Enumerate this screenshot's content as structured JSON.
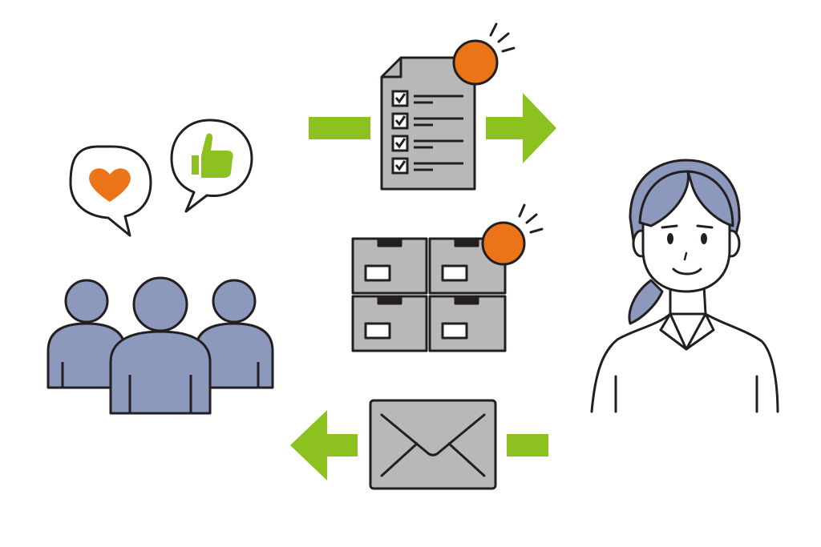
{
  "diagram": {
    "kind": "illustration",
    "elements": [
      "customers-group",
      "heart-speech-bubble",
      "thumbs-up-speech-bubble",
      "checklist-document",
      "storage-boxes",
      "operator-woman",
      "envelope",
      "arrow-to-operator",
      "arrow-to-customers"
    ]
  },
  "colors": {
    "ink": "#231f20",
    "person_fill": "#8c99bd",
    "object_fill": "#b8b8b8",
    "accent_green": "#8cc11f",
    "accent_orange": "#ec7418",
    "white": "#ffffff"
  }
}
